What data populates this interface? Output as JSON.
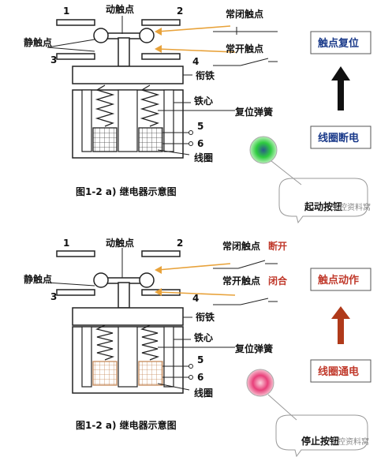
{
  "top": {
    "label_1": "1",
    "label_2": "2",
    "label_3": "3",
    "label_4": "4",
    "label_5": "5",
    "label_6": "6",
    "moving_contact": "动触点",
    "static_contact": "静触点",
    "nc_contact": "常闭触点",
    "no_contact": "常开触点",
    "armature": "衔铁",
    "core": "铁心",
    "spring": "复位弹簧",
    "coil": "线圈",
    "caption": "图1-2 a) 继电器示意图",
    "box_top": "触点复位",
    "box_bottom": "线圈断电",
    "callout": "起动按钮",
    "watermark": "工控资料窝",
    "box_color": "#1a3a8a",
    "button_color": "#2ecc40"
  },
  "bottom": {
    "label_1": "1",
    "label_2": "2",
    "label_3": "3",
    "label_4": "4",
    "label_5": "5",
    "label_6": "6",
    "moving_contact": "动触点",
    "static_contact": "静触点",
    "nc_contact": "常闭触点",
    "nc_state": "断开",
    "no_contact": "常开触点",
    "no_state": "闭合",
    "armature": "衔铁",
    "core": "铁心",
    "spring": "复位弹簧",
    "coil": "线圈",
    "caption": "图1-2 a) 继电器示意图",
    "box_top": "触点动作",
    "box_bottom": "线圈通电",
    "callout": "停止按钮",
    "watermark": "工控资料窝",
    "box_color": "#c0392b",
    "button_color": "#e8407a"
  }
}
